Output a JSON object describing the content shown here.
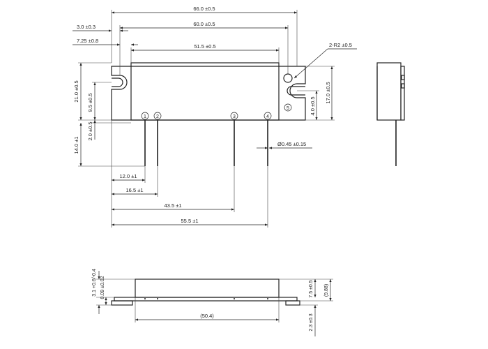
{
  "top_view": {
    "dimensions": {
      "overall_length": "66.0 ±0.5",
      "hole_pitch": "60.0 ±0.5",
      "flange_edge": "3.0 ±0.3",
      "hole_center": "7.25 ±0.8",
      "body_length": "51.5 ±0.5",
      "hole_radius": "2-R2 ±0.5",
      "flange_width": "21.0 ±0.5",
      "hole_to_body": "9.5 ±0.5",
      "lead_offset": "2.0 ±0.5",
      "lead_length": "14.0 ±1",
      "body_height": "17.0 ±0.5",
      "hole_from_bottom": "4.0 ±0.5",
      "lead_diameter": "Ø0.45 ±0.15",
      "pin1_pos": "12.0 ±1",
      "pin2_pos": "16.5 ±1",
      "pin3_pos": "43.5 ±1",
      "pin4_pos": "55.5 ±1"
    },
    "pins": [
      "1",
      "2",
      "3",
      "4",
      "5"
    ]
  },
  "front_view": {
    "dimensions": {
      "height_total": "3.1 +0.6/-0.4",
      "flange_thickness": "0.09 ±0.02",
      "body_height": "7.5 ±0.5",
      "reference_height": "(9.88)",
      "lead_height": "2.3 ±0.3",
      "body_length_ref": "(50.4)"
    }
  }
}
